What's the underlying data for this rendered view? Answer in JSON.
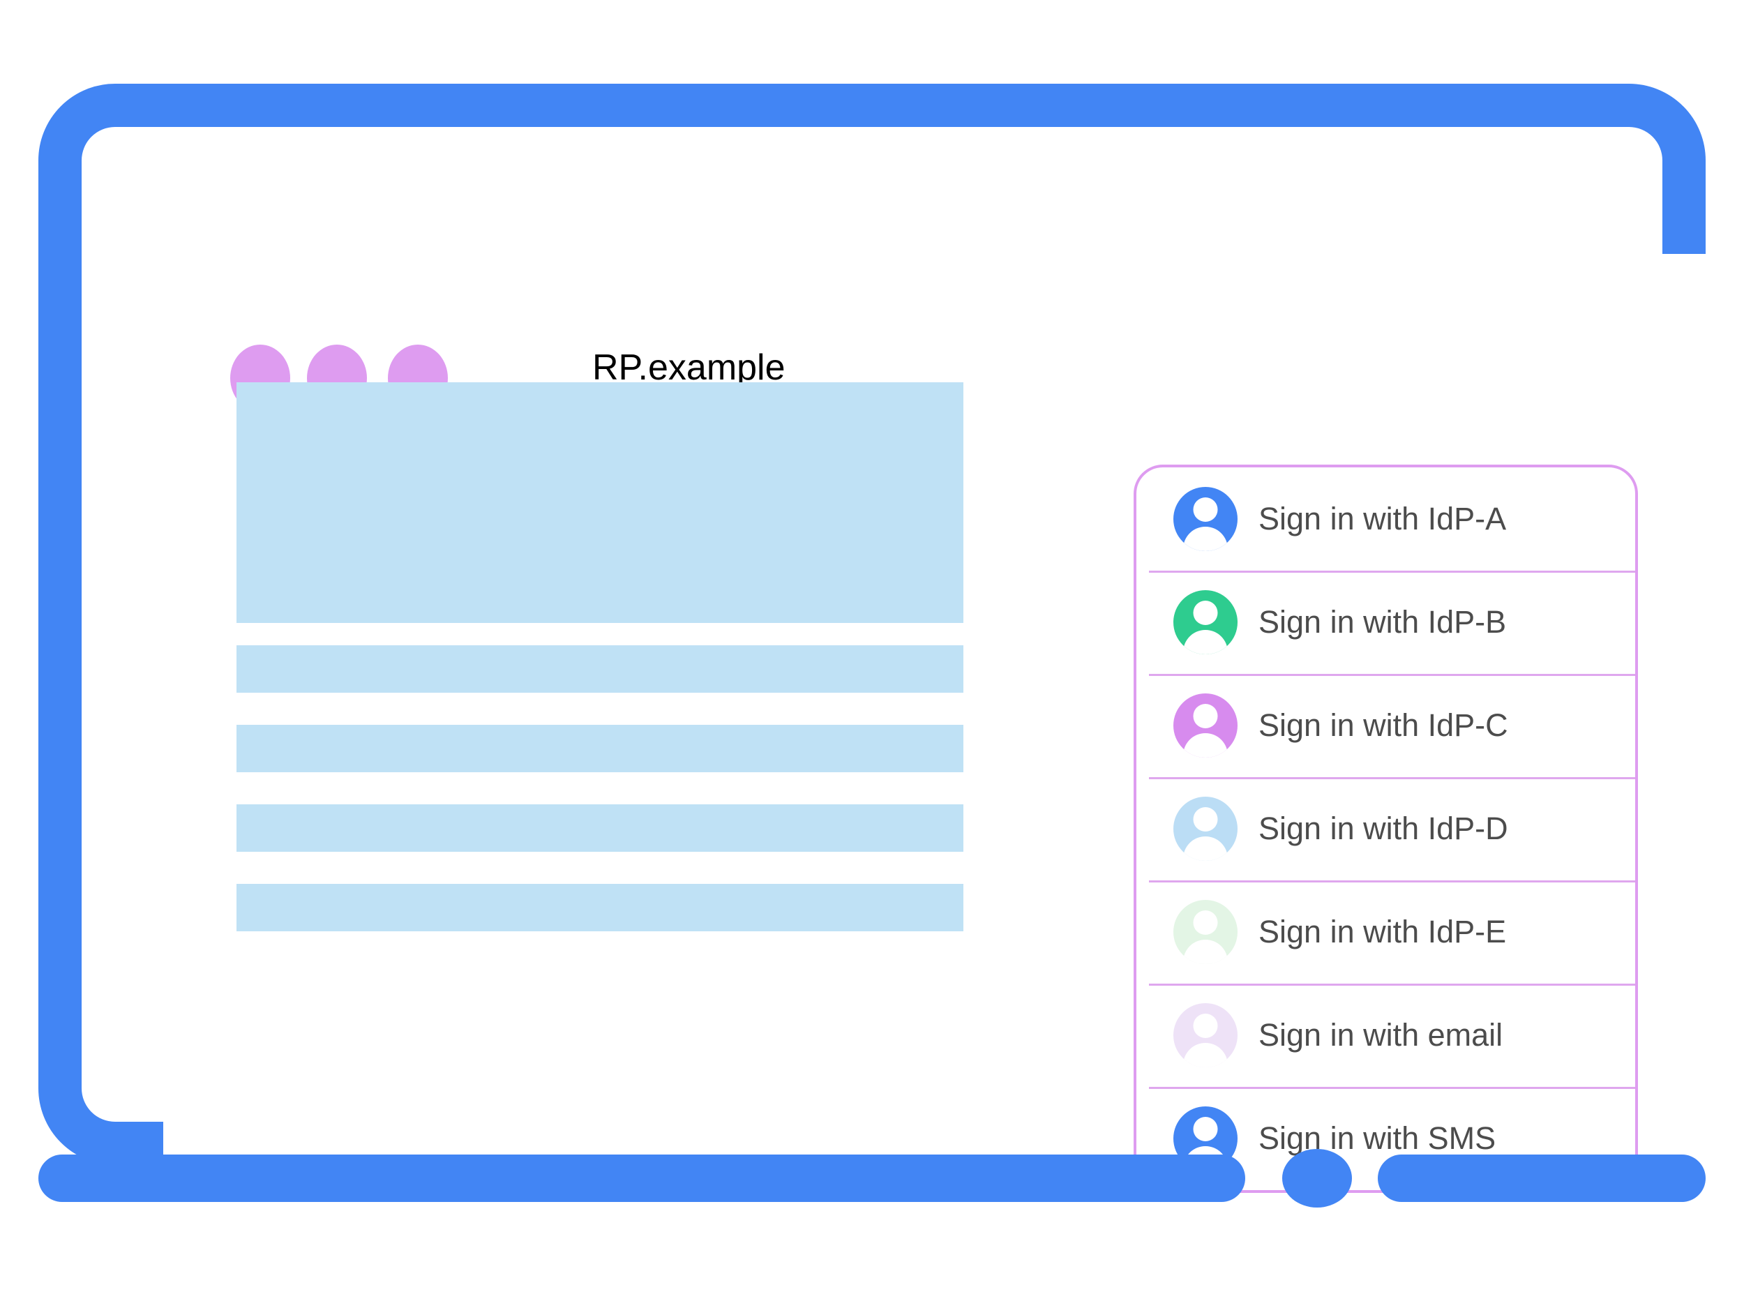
{
  "browser": {
    "title": "RP.example",
    "title_dots": [
      "dot-1",
      "dot-2",
      "dot-3"
    ],
    "dot_color": "#DE9CF0"
  },
  "colors": {
    "device_frame": "#4285F4",
    "content_placeholder": "#BFE1F5",
    "panel_border": "#DE9CF0",
    "divider": "#DFA7EE",
    "label_text": "#4C4C4C",
    "title_text": "#000000"
  },
  "content_blocks": [
    {
      "name": "hero-block",
      "kind": "hero"
    },
    {
      "name": "text-bar-1",
      "kind": "bar"
    },
    {
      "name": "text-bar-2",
      "kind": "bar"
    },
    {
      "name": "text-bar-3",
      "kind": "bar"
    },
    {
      "name": "text-bar-4",
      "kind": "bar"
    }
  ],
  "account_chooser": {
    "items": [
      {
        "label": "Sign in with IdP-A",
        "avatar_color": "#4285F4",
        "icon": "account-avatar-icon"
      },
      {
        "label": "Sign in with IdP-B",
        "avatar_color": "#2ECC8F",
        "icon": "account-avatar-icon"
      },
      {
        "label": "Sign in with IdP-C",
        "avatar_color": "#D78BEE",
        "icon": "account-avatar-icon"
      },
      {
        "label": "Sign in with IdP-D",
        "avatar_color": "#BBDDF5",
        "icon": "account-avatar-icon"
      },
      {
        "label": "Sign in with IdP-E",
        "avatar_color": "#E3F5E5",
        "icon": "account-avatar-icon"
      },
      {
        "label": "Sign in with email",
        "avatar_color": "#EEE2F7",
        "icon": "account-avatar-icon"
      },
      {
        "label": "Sign in with SMS",
        "avatar_color": "#4285F4",
        "icon": "account-avatar-icon"
      }
    ]
  },
  "device": {
    "home_button": "home-button",
    "bottom_bar_left": "bottom-bar-left",
    "bottom_bar_right": "bottom-bar-right"
  }
}
